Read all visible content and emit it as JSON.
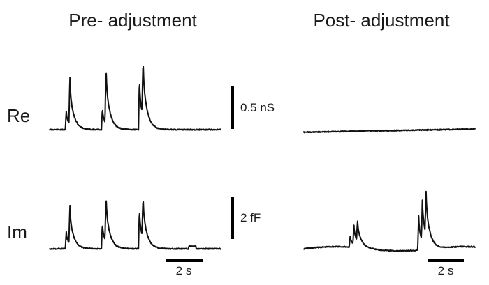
{
  "chart_data": {
    "type": "line",
    "panels": [
      {
        "title": "Pre- adjustment",
        "time_scale_label": "2 s"
      },
      {
        "title": "Post- adjustment",
        "time_scale_label": "2 s"
      }
    ],
    "rows": [
      {
        "label": "Re",
        "scale_label": "0.5 nS",
        "scale_value": 0.5
      },
      {
        "label": "Im",
        "scale_label": "2 fF",
        "scale_value": 2
      }
    ],
    "time_scale_seconds": 2,
    "traces": {
      "pre_re": {
        "baseline": 0,
        "peaks": [
          {
            "t": 0.9,
            "amp": 0.22,
            "w": 0.05
          },
          {
            "t": 1.1,
            "amp": 0.55,
            "w": 0.06
          },
          {
            "t": 2.85,
            "amp": 0.25,
            "w": 0.05
          },
          {
            "t": 3.05,
            "amp": 0.67,
            "w": 0.06
          },
          {
            "t": 4.85,
            "amp": 0.6,
            "w": 0.05
          },
          {
            "t": 5.05,
            "amp": 0.65,
            "w": 0.06
          }
        ]
      },
      "post_re": {
        "baseline": 0,
        "peaks": []
      },
      "pre_im": {
        "baseline": 0,
        "peaks": [
          {
            "t": 0.9,
            "amp": 0.8,
            "w": 0.05
          },
          {
            "t": 1.1,
            "amp": 1.8,
            "w": 0.06
          },
          {
            "t": 2.85,
            "amp": 1.2,
            "w": 0.05
          },
          {
            "t": 3.05,
            "amp": 2.2,
            "w": 0.06
          },
          {
            "t": 4.85,
            "amp": 1.9,
            "w": 0.05
          },
          {
            "t": 5.05,
            "amp": 1.9,
            "w": 0.06
          }
        ]
      },
      "post_im": {
        "baseline": 0,
        "peaks": [
          {
            "t": 2.5,
            "amp": 0.5,
            "w": 0.05
          },
          {
            "t": 2.7,
            "amp": 0.9,
            "w": 0.05
          },
          {
            "t": 2.9,
            "amp": 0.95,
            "w": 0.06
          },
          {
            "t": 6.2,
            "amp": 1.6,
            "w": 0.05
          },
          {
            "t": 6.4,
            "amp": 1.9,
            "w": 0.05
          },
          {
            "t": 6.6,
            "amp": 2.0,
            "w": 0.06
          }
        ]
      }
    }
  }
}
